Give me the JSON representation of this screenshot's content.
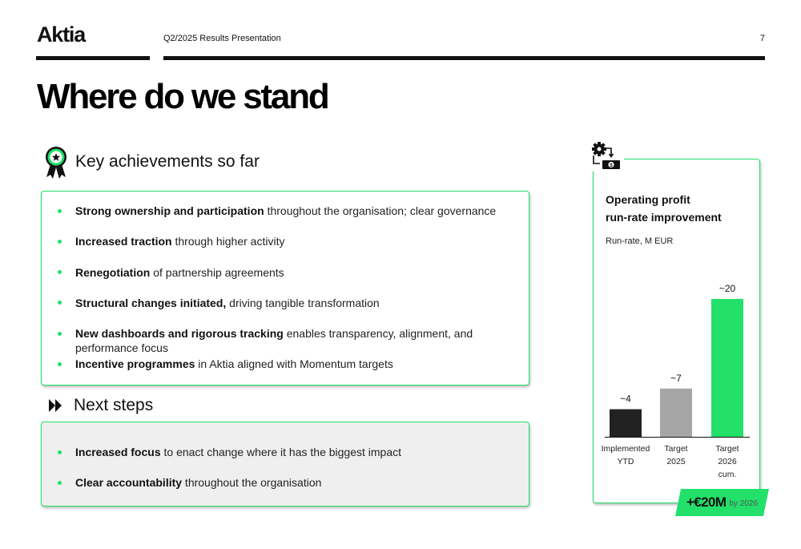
{
  "header": {
    "logo": "Aktia",
    "subtitle": "Q2/2025 Results Presentation",
    "page_number": "7"
  },
  "title": "Where do we stand",
  "achievements": {
    "heading": "Key achievements so far",
    "icon": "award-ribbon-icon",
    "items": [
      {
        "bold": "Strong ownership and participation",
        "rest": " throughout the organisation; clear governance"
      },
      {
        "bold": "Increased traction",
        "rest": " through higher activity"
      },
      {
        "bold": "Renegotiation",
        "rest": " of partnership agreements"
      },
      {
        "bold": "Structural changes initiated,",
        "rest": " driving tangible transformation"
      },
      {
        "bold": "New dashboards and rigorous tracking",
        "rest": " enables transparency, alignment, and performance focus"
      },
      {
        "bold": "Incentive programmes",
        "rest": " in Aktia aligned with Momentum targets"
      }
    ]
  },
  "next_steps": {
    "heading": "Next steps",
    "icon": "fast-forward-icon",
    "items": [
      {
        "bold": "Increased focus",
        "rest": " to enact change where it has the biggest impact"
      },
      {
        "bold": "Clear accountability",
        "rest": " throughout the organisation"
      }
    ]
  },
  "chart_card": {
    "icon": "gear-money-icon",
    "title_line1": "Operating profit",
    "title_line2": "run-rate improvement",
    "unit": "Run-rate, M EUR"
  },
  "chart_data": {
    "type": "bar",
    "title": "Operating profit run-rate improvement",
    "ylabel": "Run-rate, M EUR",
    "categories": [
      [
        "Implemented",
        "YTD"
      ],
      [
        "Target",
        "2025"
      ],
      [
        "Target",
        "2026",
        "cum."
      ]
    ],
    "values": [
      4,
      7,
      20
    ],
    "labels": [
      "~4",
      "~7",
      "~20"
    ],
    "colors": [
      "#222222",
      "#a6a6a6",
      "#22e06a"
    ],
    "ylim": [
      0,
      20
    ]
  },
  "badge": {
    "value": "+€20M",
    "suffix": "by 2026"
  },
  "colors": {
    "accent": "#22e06a",
    "text": "#111111",
    "next_steps_background": "#efefef"
  }
}
